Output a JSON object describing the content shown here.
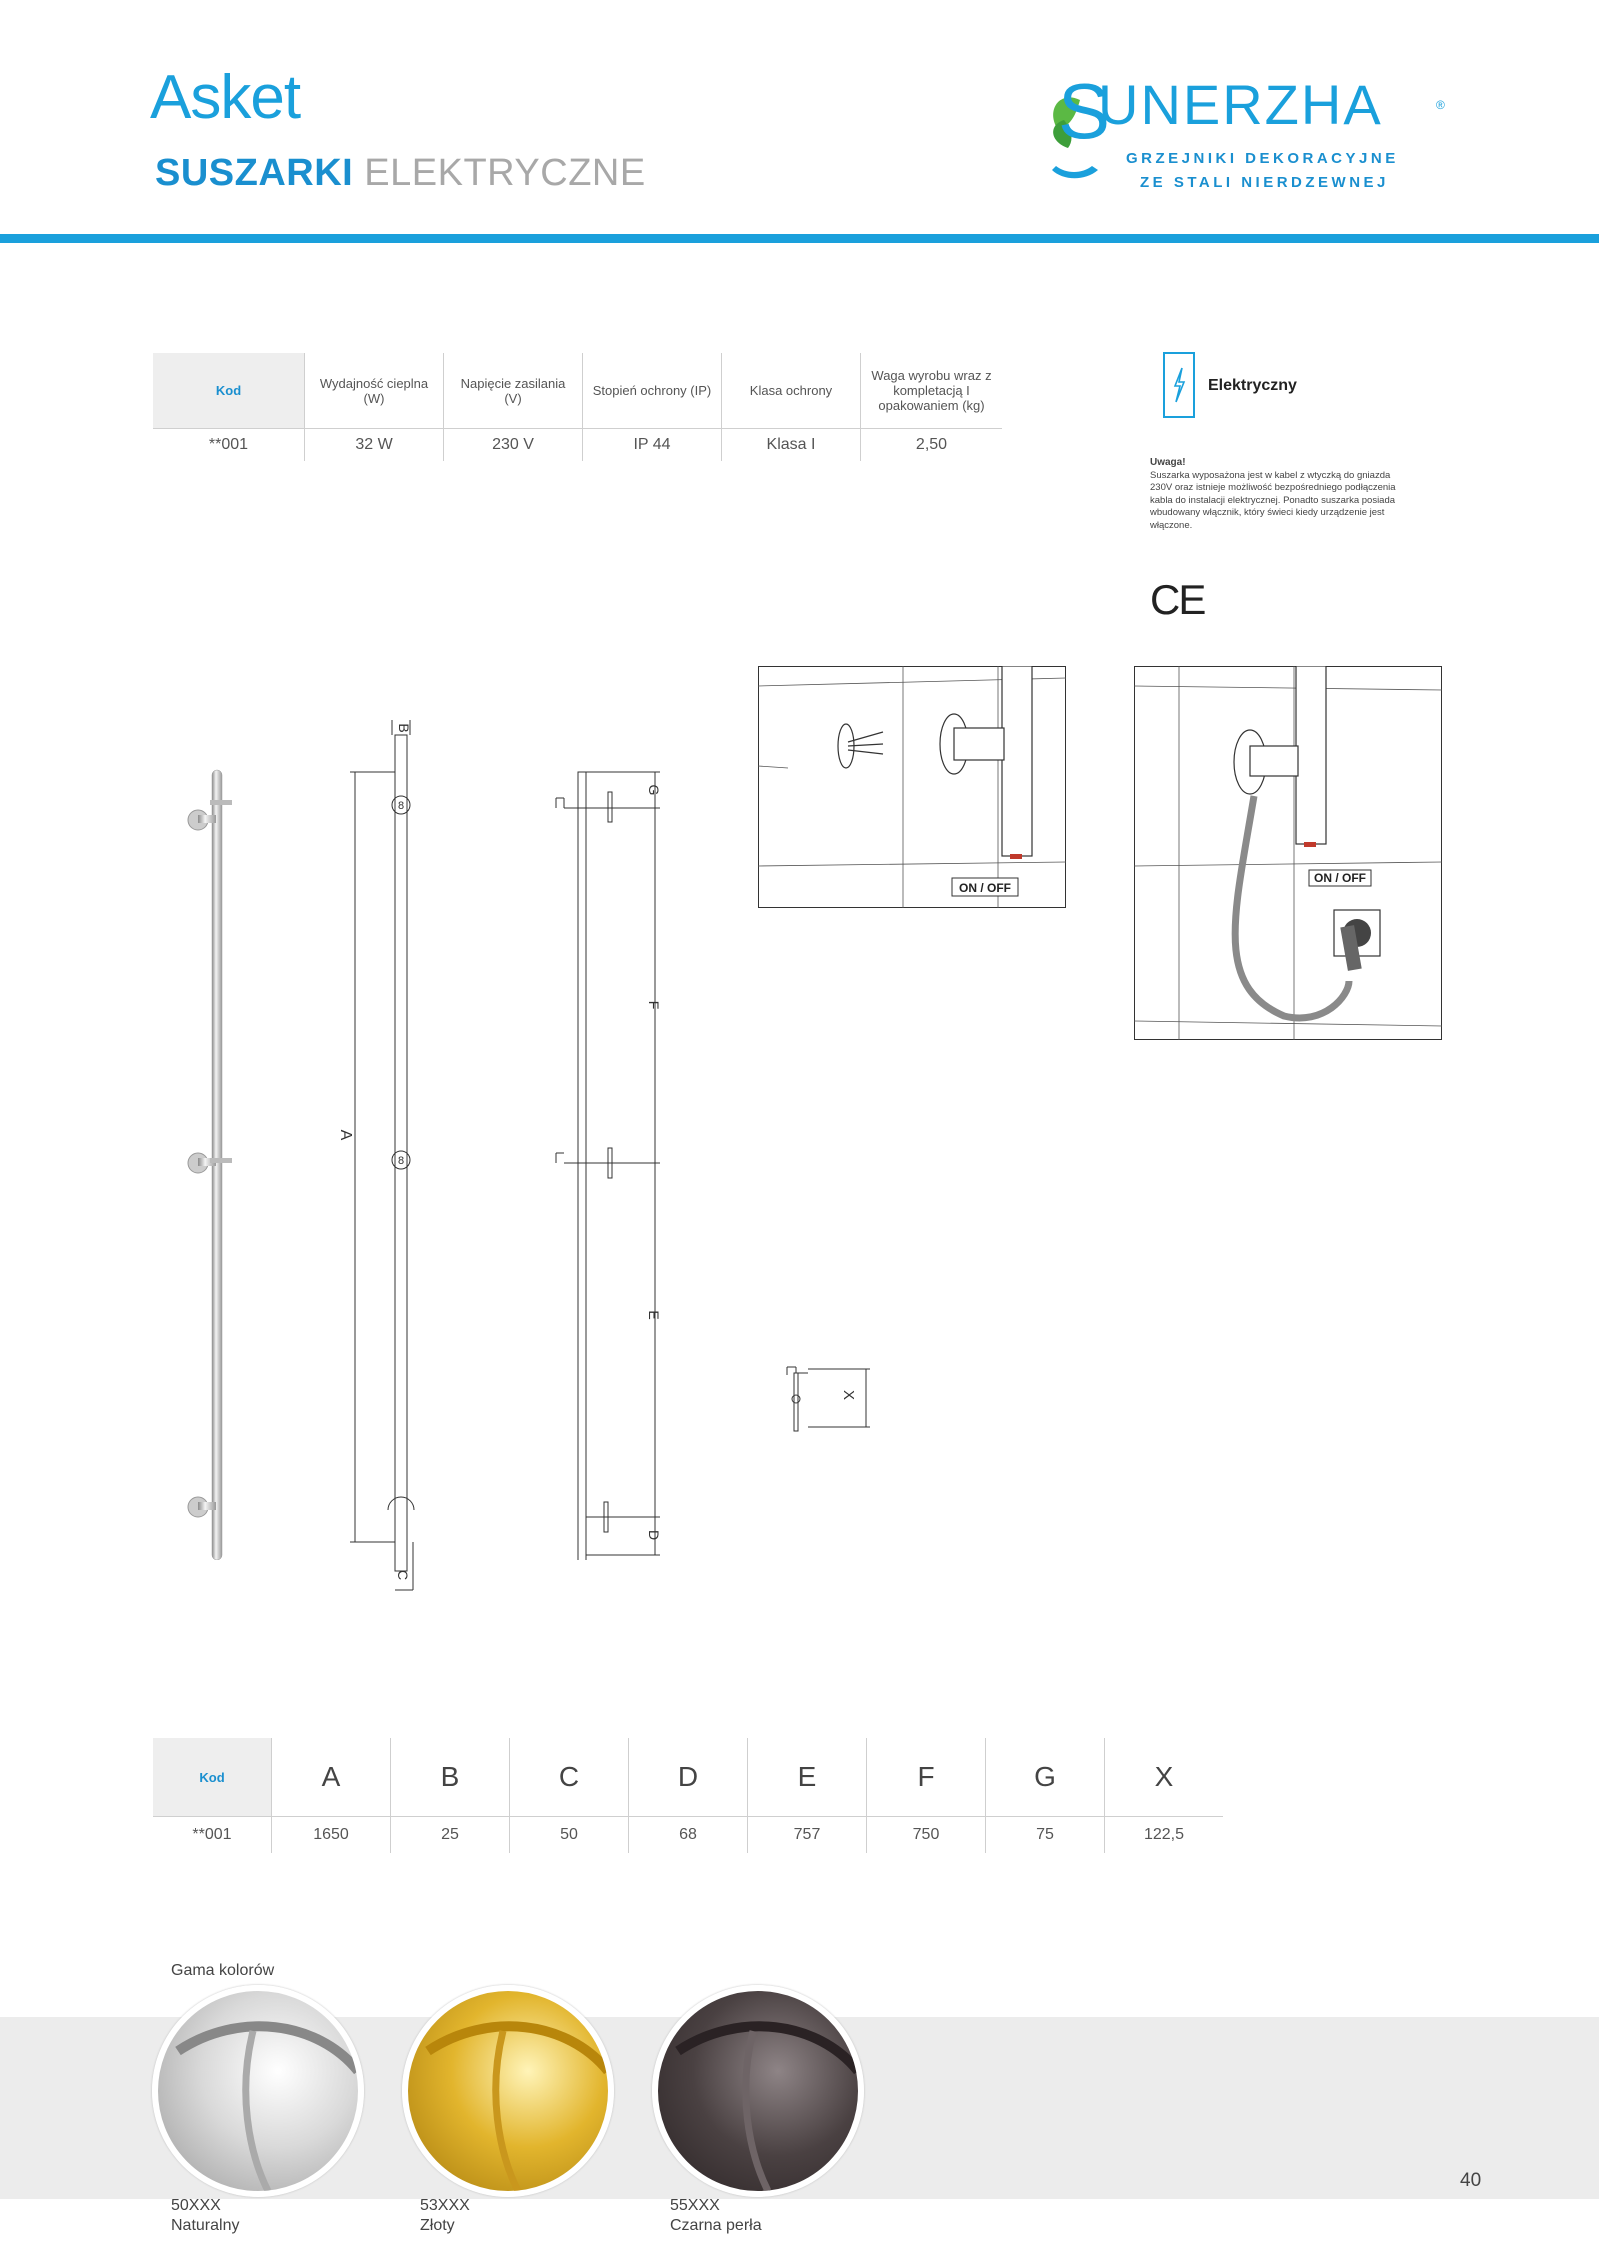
{
  "header": {
    "title": "Asket",
    "subtitle_bold": "SUSZARKI",
    "subtitle_light": "ELEKTRYCZNE"
  },
  "logo": {
    "name": "UNERZHA",
    "initial": "S",
    "reg": "®",
    "tagline1": "GRZEJNIKI DEKORACYJNE",
    "tagline2": "ZE STALI NIERDZEWNEJ"
  },
  "spec_table": {
    "headers": [
      "Kod",
      "Wydajność cieplna (W)",
      "Napięcie zasilania (V)",
      "Stopień ochrony (IP)",
      "Klasa ochrony",
      "Waga wyrobu wraz z kompletacją I opakowaniem (kg)"
    ],
    "rows": [
      [
        "**001",
        "32 W",
        "230 V",
        "IP 44",
        "Klasa I",
        "2,50"
      ]
    ]
  },
  "electric": {
    "label": "Elektryczny"
  },
  "note": {
    "heading": "Uwaga!",
    "text": "Suszarka wyposażona jest w kabel z wtyczką do gniazda 230V oraz istnieje możliwość bezpośredniego podłączenia kabla do instalacji elektrycznej. Ponadto suszarka posiada wbudowany włącznik, który świeci kiedy urządzenie jest włączone."
  },
  "ce_mark": "CE",
  "drawings": {
    "labels": {
      "A": "A",
      "B": "B",
      "C": "C",
      "D": "D",
      "E": "E",
      "F": "F",
      "G": "G",
      "X": "X"
    },
    "switch_label": "ON / OFF"
  },
  "dims_table": {
    "headers": [
      "Kod",
      "A",
      "B",
      "C",
      "D",
      "E",
      "F",
      "G",
      "X"
    ],
    "rows": [
      [
        "**001",
        "1650",
        "25",
        "50",
        "68",
        "757",
        "750",
        "75",
        "122,5"
      ]
    ]
  },
  "colors": {
    "heading": "Gama kolorów",
    "items": [
      {
        "code": "50XXX",
        "name": "Naturalny",
        "hex": "#d9d9d9"
      },
      {
        "code": "53XXX",
        "name": "Złoty",
        "hex": "#e2b52d"
      },
      {
        "code": "55XXX",
        "name": "Czarna perła",
        "hex": "#4a4142"
      }
    ]
  },
  "page_number": "40",
  "accent": "#1aa0dc"
}
